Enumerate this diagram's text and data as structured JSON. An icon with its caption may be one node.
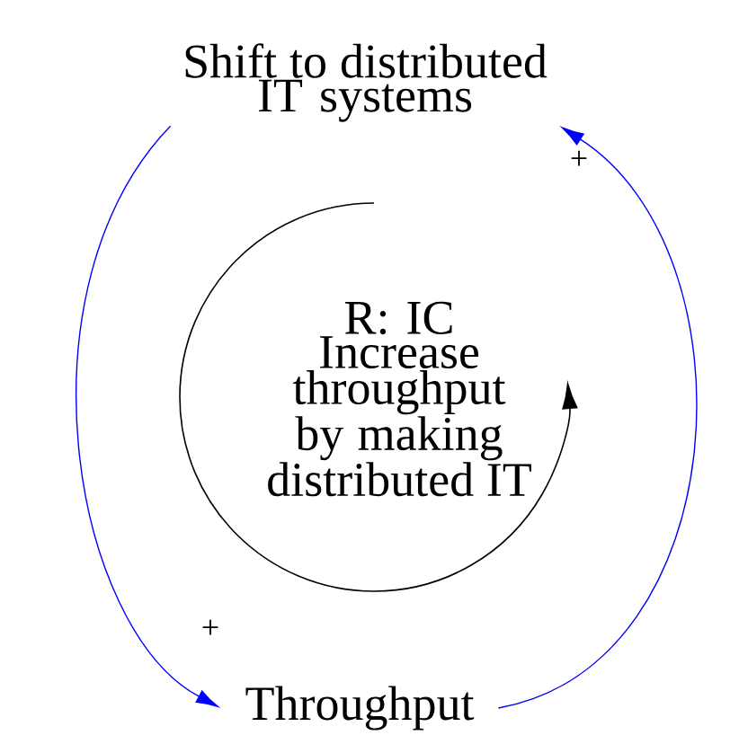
{
  "diagram": {
    "nodes": [
      {
        "text": [
          "Shift to distributed IT systems"
        ]
      },
      {
        "text": [
          "Throughput"
        ]
      }
    ],
    "edges": [
      {
        "from": 0,
        "to": 1,
        "arrow": "to",
        "label": "+",
        "color": "#0000ff"
      },
      {
        "from": 1,
        "to": 0,
        "arrow": "to",
        "label": "+",
        "color": "#0000ff"
      }
    ],
    "labels": [
      "R: IC Increase throughput by making distributed IT"
    ]
  }
}
